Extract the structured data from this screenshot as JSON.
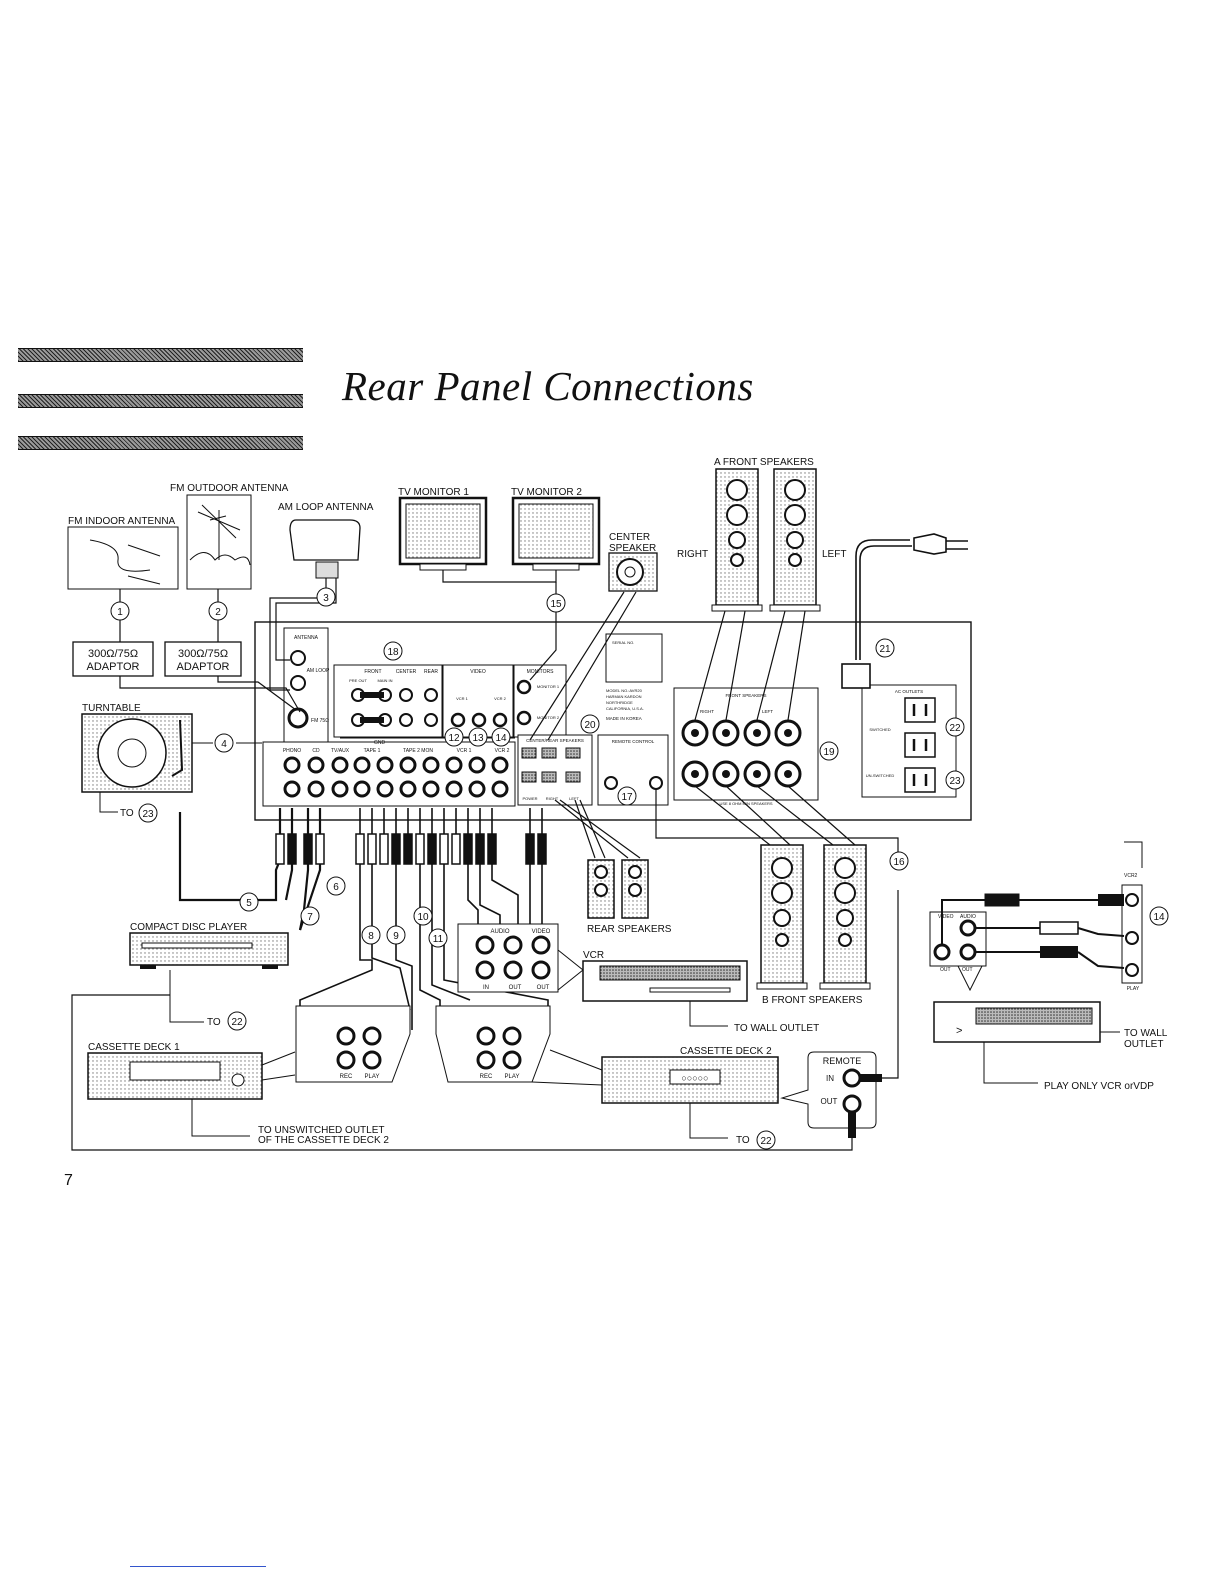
{
  "header": {
    "title": "Rear Panel Connections"
  },
  "page_number": "7",
  "labels": {
    "fm_outdoor_antenna": "FM OUTDOOR ANTENNA",
    "fm_indoor_antenna": "FM INDOOR ANTENNA",
    "am_loop_antenna": "AM LOOP ANTENNA",
    "tv_monitor_1": "TV MONITOR 1",
    "tv_monitor_2": "TV MONITOR 2",
    "center_speaker": [
      "CENTER",
      "SPEAKER"
    ],
    "a_front_speakers": "A FRONT SPEAKERS",
    "right": "RIGHT",
    "left": "LEFT",
    "adaptor_ohms": "300Ω/75Ω",
    "adaptor": "ADAPTOR",
    "turntable": "TURNTABLE",
    "compact_disc_player": "COMPACT DISC PLAYER",
    "cassette_deck_1": "CASSETTE DECK 1",
    "cassette_deck_2": "CASSETTE DECK 2",
    "rear_speakers": "REAR SPEAKERS",
    "vcr": "VCR",
    "b_front_speakers": "B FRONT SPEAKERS",
    "to_wall_outlet": "TO WALL OUTLET",
    "to_wall": "TO WALL",
    "outlet": "OUTLET",
    "play_only": "PLAY ONLY VCR orVDP",
    "to_unswitched": "TO UNSWITCHED OUTLET",
    "of_cassette": "OF THE CASSETTE DECK 2",
    "to": "TO",
    "remote": "REMOTE",
    "in": "IN",
    "out": "OUT",
    "rec": "REC",
    "play": "PLAY",
    "audio": "AUDIO",
    "video": "VIDEO",
    "vcr2_in": "VCR2",
    "antenna_panel": "ANTENNA",
    "am_loop_small": "AM LOOP",
    "fm_75": "FM 75Ω",
    "front": "FRONT",
    "center": "CENTER",
    "rear": "REAR",
    "pre_out": "PRE OUT",
    "main_in": "MAIN IN",
    "video_head": "VIDEO",
    "monitors": "MONITORS",
    "monitor_1": "MONITOR 1",
    "monitor_2": "MONITOR 2",
    "vcr1_in_out": "VCR 1",
    "vcr2_small": "VCR 2",
    "serial_no": "SERIAL NO.",
    "model_info": [
      "MODEL NO.:AVR20",
      "HARMAN KARDON",
      "NORTHRIDGE",
      "CALIFORNIA, U.S.A."
    ],
    "made_in": "MADE IN KOREA",
    "front_speakers_panel": "FRONT SPEAKERS",
    "center_rear_speakers": "CENTER/REAR SPEAKERS",
    "remote_control": "REMOTE CONTROL",
    "ac_outlets": "AC OUTLETS",
    "switched": "SWITCHED",
    "unswitched": "UN-SWITCHED",
    "phono": "PHONO",
    "cd": "CD",
    "tv_aux": "TV/AUX",
    "tape1": "TAPE 1",
    "tape2_mon": "TAPE 2 MON",
    "vcr1": "VCR 1",
    "vcr2": "VCR 2",
    "gnd": "GND",
    "use_b": "USE 8 OHM MIN SPEAKERS",
    "right_small": "RIGHT",
    "left_small": "LEFT",
    "power": "POWER",
    "right_rear": "RIGHT",
    "left_rear": "LEFT"
  },
  "callouts": [
    "1",
    "2",
    "3",
    "4",
    "5",
    "6",
    "7",
    "8",
    "9",
    "10",
    "11",
    "12",
    "13",
    "14",
    "15",
    "16",
    "17",
    "18",
    "19",
    "20",
    "21",
    "22",
    "23"
  ]
}
